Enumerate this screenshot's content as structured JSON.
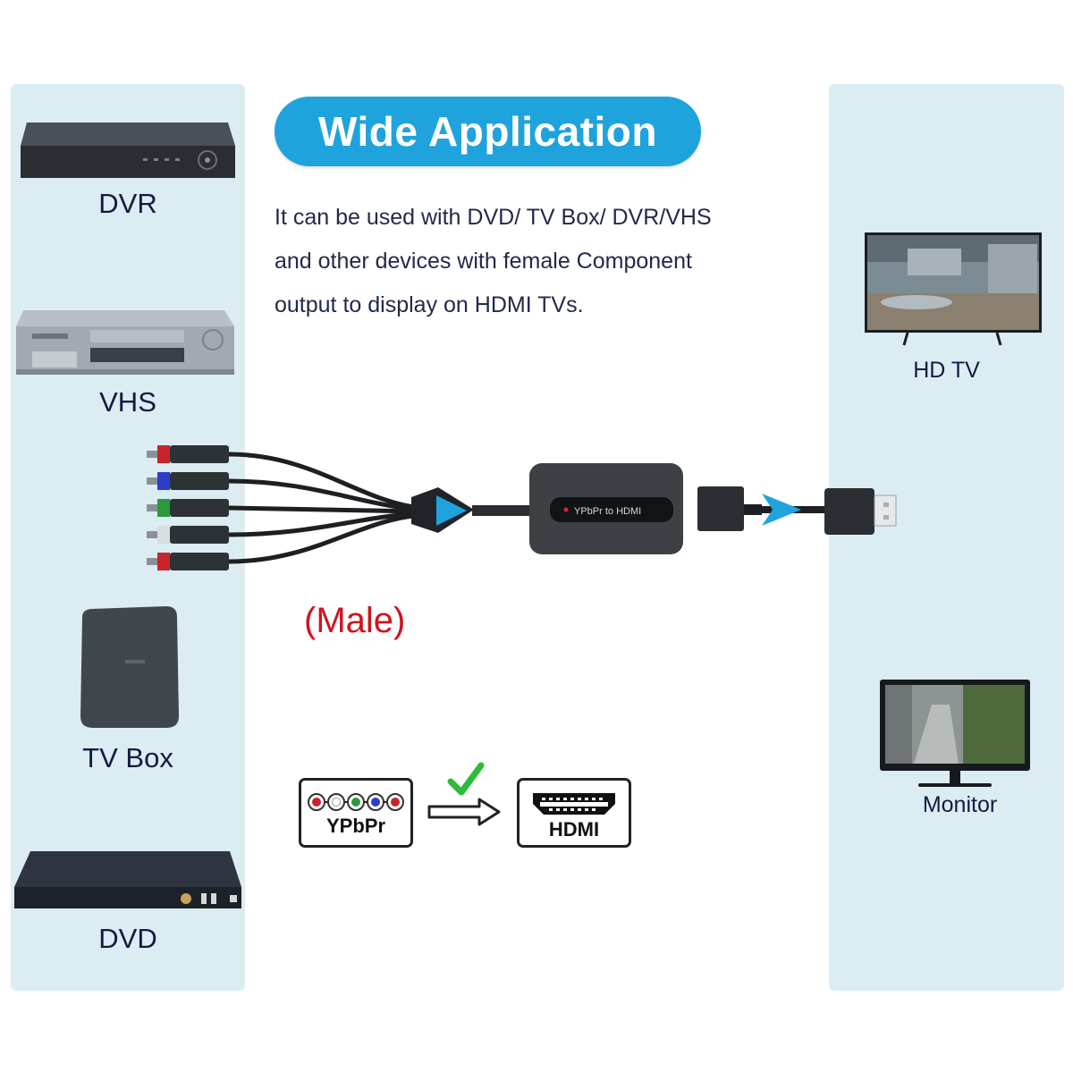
{
  "title": "Wide Application",
  "description": [
    "It can be used with DVD/ TV Box/ DVR/VHS",
    "and other devices with female Component",
    "output to display on HDMI TVs."
  ],
  "source_devices": [
    {
      "label": "DVR",
      "icon": "dvr-icon"
    },
    {
      "label": "VHS",
      "icon": "vhs-player-icon"
    },
    {
      "label": "TV Box",
      "icon": "tv-box-icon"
    },
    {
      "label": "DVD",
      "icon": "dvd-player-icon"
    }
  ],
  "display_devices": [
    {
      "label": "HD TV",
      "icon": "hdtv-icon"
    },
    {
      "label": "Monitor",
      "icon": "monitor-icon"
    }
  ],
  "cable": {
    "connector_label": "(Male)",
    "adapter_label": "YPbPr to HDMI",
    "rca_plug_colors": [
      "#c8242c",
      "#2a3fc8",
      "#2a9a3c",
      "#d8dde0",
      "#c8242c"
    ]
  },
  "conversion": {
    "from_label": "YPbPr",
    "to_label": "HDMI",
    "port_colors": [
      "#c8242c",
      "#ffffff",
      "#2a9a3c",
      "#2a3fc8",
      "#c8242c"
    ],
    "check_color": "#2dbb3a"
  },
  "colors": {
    "accent": "#1fa3dd",
    "panel": "#dcecf3",
    "male_text": "#d01420"
  }
}
